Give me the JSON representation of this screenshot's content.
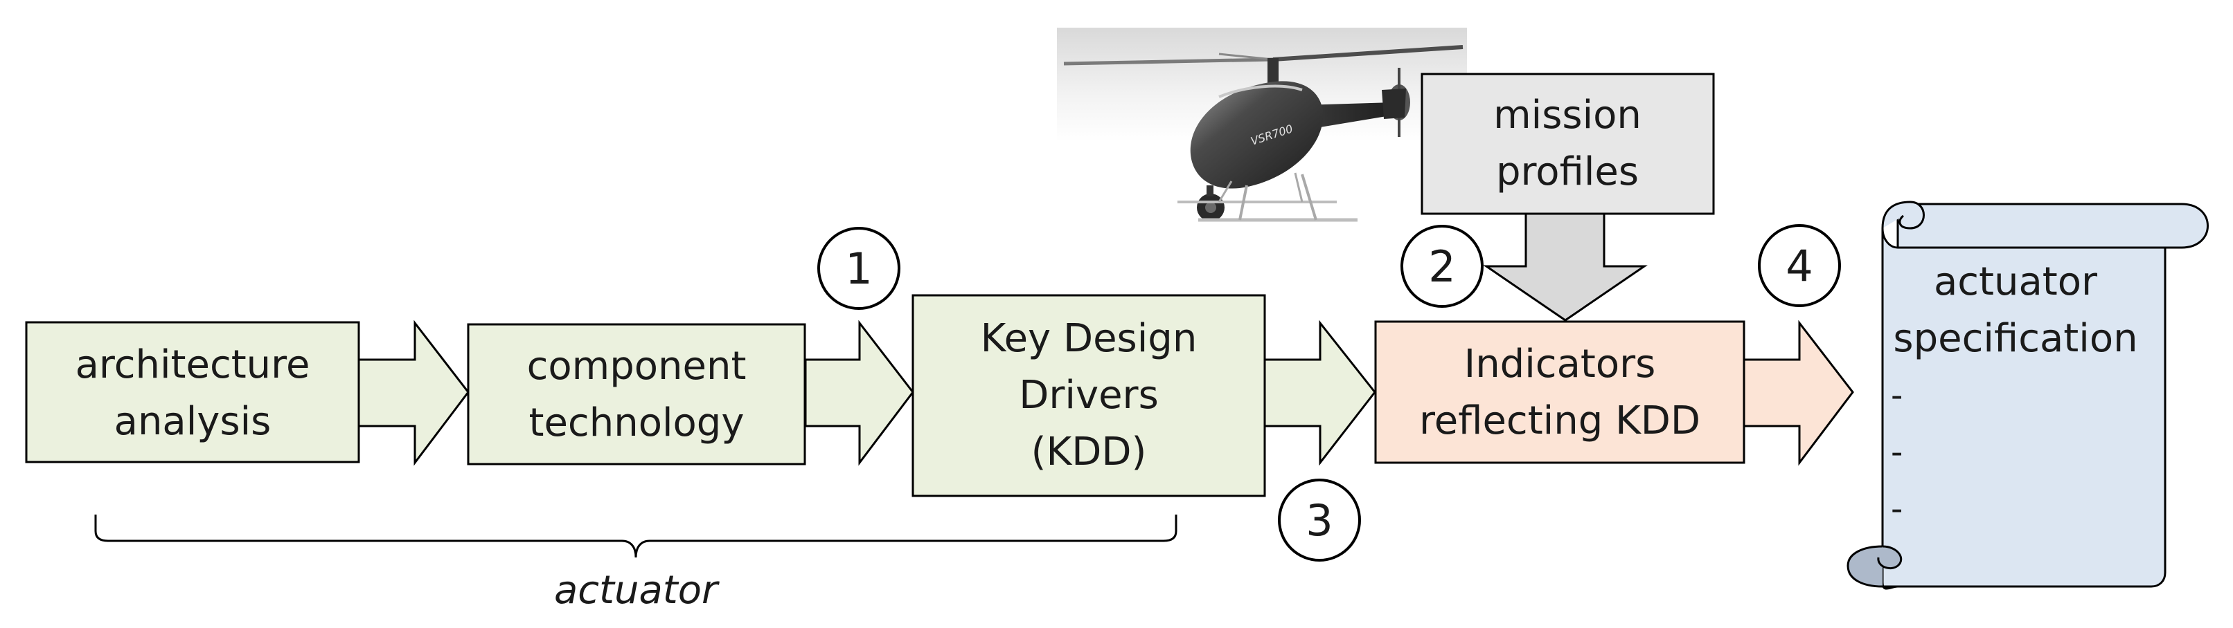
{
  "colors": {
    "green_box": "#ebf1de",
    "orange_box": "#fce4d6",
    "gray_box": "#e7e7e7",
    "blue_scroll": "#dce6f2",
    "scroll_curl": "#adb9ca",
    "stroke": "#000000"
  },
  "boxes": {
    "architecture_analysis": [
      "architecture",
      "analysis"
    ],
    "component_technology": [
      "component",
      "technology"
    ],
    "key_design_drivers": [
      "Key Design",
      "Drivers",
      "(KDD)"
    ],
    "indicators": [
      "Indicators",
      "reflecting KDD"
    ],
    "mission_profiles": [
      "mission",
      "profiles"
    ]
  },
  "scroll": {
    "title": [
      "actuator",
      "specification"
    ],
    "dashes": [
      "-",
      "-",
      "-"
    ]
  },
  "steps": [
    "1",
    "2",
    "3",
    "4"
  ],
  "brace_label": "actuator",
  "helicopter": {
    "icon": "helicopter-icon",
    "tail_text": "VSR700"
  }
}
